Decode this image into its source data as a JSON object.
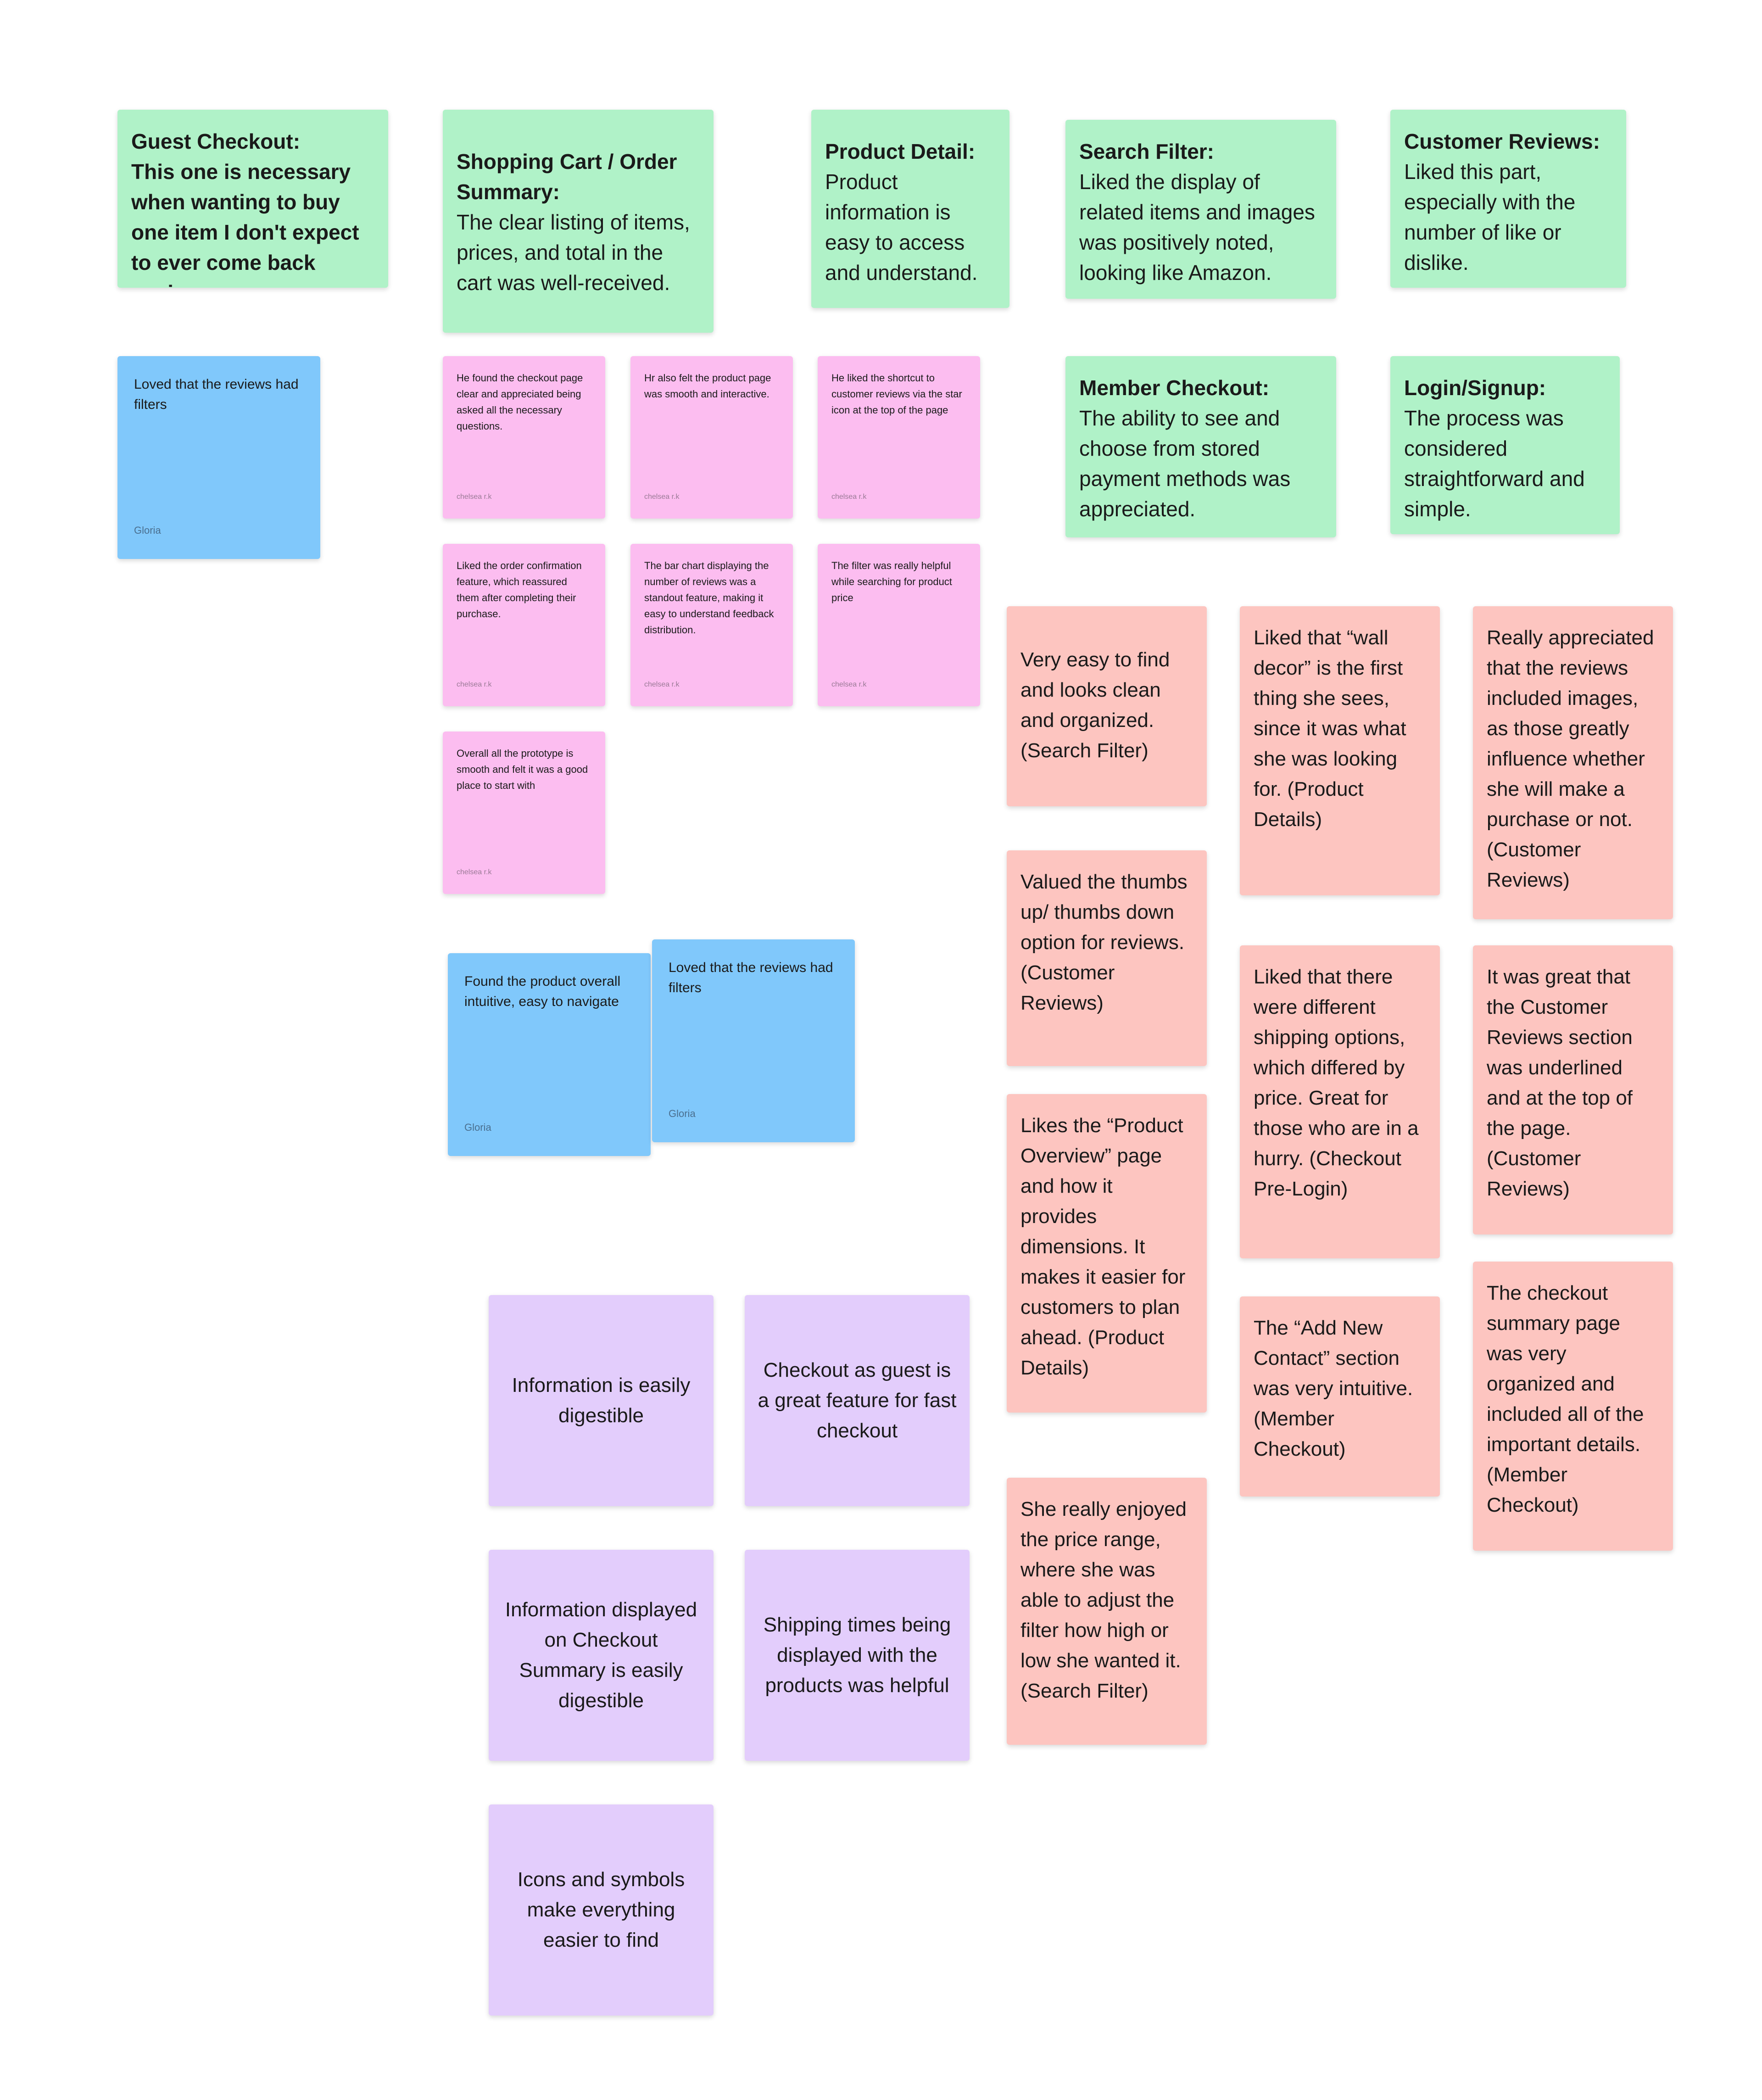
{
  "green_notes": {
    "guest_checkout": {
      "heading": "Guest Checkout:",
      "body": "This one is necessary when wanting to buy one item I don't expect to ever come back again,"
    },
    "cart_summary": {
      "heading": "Shopping Cart / Order Summary:",
      "body": "The clear listing of items, prices, and total in the cart was well-received."
    },
    "product_detail": {
      "heading": "Product Detail:",
      "body": "Product information is easy to access and understand."
    },
    "search_filter": {
      "heading": "Search Filter:",
      "body": "Liked the display of related items and images was positively noted, looking like Amazon."
    },
    "customer_reviews": {
      "heading": "Customer Reviews:",
      "body": "Liked this part, especially with the number of like or dislike."
    },
    "member_checkout": {
      "heading": "Member Checkout:",
      "body": "The ability to see and choose from stored payment methods was appreciated."
    },
    "login_signup": {
      "heading": "Login/Signup:",
      "body": "The process was considered straightforward and simple."
    }
  },
  "blue_notes": {
    "reviews_filters_1": {
      "text": "Loved that the reviews had filters",
      "author": "Gloria"
    },
    "product_intuitive": {
      "text": "Found the product overall intuitive, easy to navigate",
      "author": "Gloria"
    },
    "reviews_filters_2": {
      "text": "Loved that the reviews had filters",
      "author": "Gloria"
    }
  },
  "pink_notes": {
    "checkout_clear": {
      "text": "He found the checkout page clear and appreciated being asked all the necessary questions.",
      "author": "chelsea r.k"
    },
    "product_page_smooth": {
      "text": "Hr also felt the product page was smooth and interactive.",
      "author": "chelsea r.k"
    },
    "star_shortcut": {
      "text": "He liked the shortcut to customer reviews via the star icon at the top of the page",
      "author": "chelsea r.k"
    },
    "order_confirmation": {
      "text": " Liked the order confirmation feature, which reassured them after completing their purchase.",
      "author": "chelsea r.k"
    },
    "bar_chart": {
      "text": "The bar chart displaying the number of reviews was a standout feature, making it easy to understand feedback distribution.",
      "author": "chelsea r.k"
    },
    "filter_price": {
      "text": "The filter was really helpful while searching for product price",
      "author": "chelsea r.k"
    },
    "prototype_smooth": {
      "text": "Overall all the prototype is smooth and felt it was a good place to start with",
      "author": "chelsea r.k"
    }
  },
  "salmon_notes": {
    "easy_find": "Very easy to find and looks clean and organized. (Search Filter)",
    "wall_decor": "Liked that “wall decor” is the first thing she sees, since it was what she was looking for. (Product Details)",
    "review_images": "Really appreciated that the reviews included images, as those greatly influence whether she will make a purchase or not. (Customer Reviews)",
    "thumbs": "Valued the thumbs up/ thumbs down option for reviews. (Customer Reviews)",
    "shipping_options": "Liked that there were different shipping options, which differed by price. Great for those who are in a hurry. (Checkout Pre-Login)",
    "reviews_underlined": "It was great that the Customer Reviews section was underlined and at the top of the page. (Customer Reviews)",
    "product_overview": "Likes the “Product Overview” page and how it provides dimensions. It makes it easier for customers to plan ahead. (Product Details)",
    "add_contact": "The “Add New Contact” section was very intuitive. (Member Checkout)",
    "checkout_summary": "The checkout summary page was very organized and included all of the important details. (Member Checkout)",
    "price_range": "She really enjoyed the price range, where she was able to adjust the filter how high or low she wanted it. (Search Filter)"
  },
  "purple_notes": {
    "info_digestible": "Information is easily digestible",
    "guest_feature": "Checkout as guest is a great feature for fast checkout",
    "checkout_summary_info": "Information displayed on Checkout Summary is easily digestible",
    "shipping_times": "Shipping times being displayed with the products was helpful",
    "icons_symbols": "Icons and symbols make everything easier to find"
  }
}
